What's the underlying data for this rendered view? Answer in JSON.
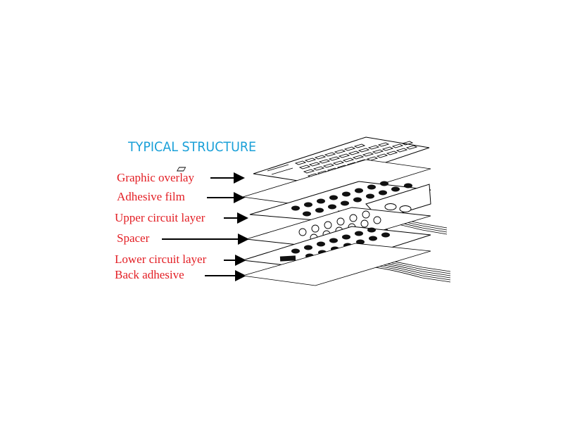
{
  "diagram": {
    "title": "TYPICAL STRUCTURE",
    "layers": [
      {
        "label": "Graphic overlay"
      },
      {
        "label": "Adhesive film"
      },
      {
        "label": "Upper circuit layer"
      },
      {
        "label": "Spacer"
      },
      {
        "label": "Lower circuit layer"
      },
      {
        "label": "Back adhesive"
      }
    ],
    "colors": {
      "title": "#1aa0d8",
      "labels": "#e31e24",
      "lines": "#000000"
    }
  }
}
